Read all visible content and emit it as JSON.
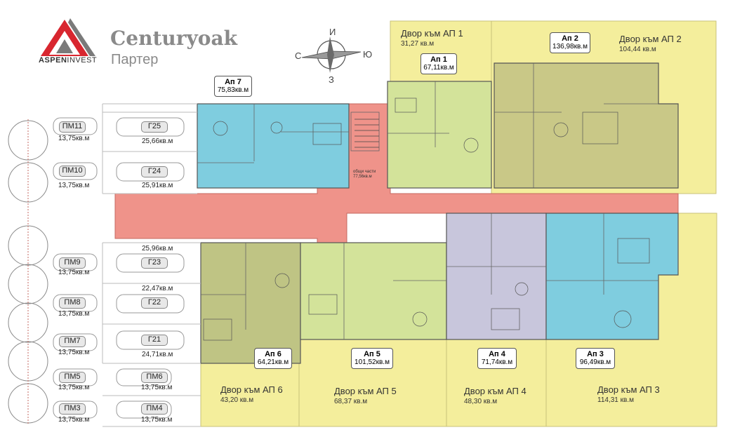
{
  "brand": {
    "logo_text_bold": "ASPEN",
    "logo_text_light": "INVEST",
    "title": "Centuryoak",
    "subtitle": "Партер"
  },
  "compass": {
    "north": "И",
    "south": "З",
    "west": "С",
    "east": "Ю"
  },
  "colors": {
    "yard": "#f4ee9c",
    "common": "#ef938a",
    "ap7": "#7fcddf",
    "ap1": "#d3e39a",
    "ap2": "#c9c887",
    "ap5": "#d3e39a",
    "ap6": "#bfc484",
    "ap4": "#c8c6dc",
    "ap3": "#7fcddf"
  },
  "apartments": [
    {
      "id": "ap7",
      "name": "Ап 7",
      "area": "75,83кв.м"
    },
    {
      "id": "ap1",
      "name": "Ап 1",
      "area": "67,11кв.м"
    },
    {
      "id": "ap2",
      "name": "Ап 2",
      "area": "136,98кв.м"
    },
    {
      "id": "ap6",
      "name": "Ап 6",
      "area": "64,21кв.м"
    },
    {
      "id": "ap5",
      "name": "Ап 5",
      "area": "101,52кв.м"
    },
    {
      "id": "ap4",
      "name": "Ап 4",
      "area": "71,74кв.м"
    },
    {
      "id": "ap3",
      "name": "Ап 3",
      "area": "96,49кв.м"
    }
  ],
  "yards": [
    {
      "id": "yard1",
      "label": "Двор към АП 1",
      "area": "31,27 кв.м"
    },
    {
      "id": "yard2",
      "label": "Двор към АП 2",
      "area": "104,44 кв.м"
    },
    {
      "id": "yard6",
      "label": "Двор към АП 6",
      "area": "43,20 кв.м"
    },
    {
      "id": "yard5",
      "label": "Двор към АП 5",
      "area": "68,37 кв.м"
    },
    {
      "id": "yard4",
      "label": "Двор към АП 4",
      "area": "48,30 кв.м"
    },
    {
      "id": "yard3",
      "label": "Двор към АП 3",
      "area": "114,31 кв.м"
    }
  ],
  "common_area": {
    "label_line1": "общи части",
    "label_line2": "77,56кв.м"
  },
  "garages": [
    {
      "id": "g25",
      "name": "Г25",
      "area": "25,66кв.м"
    },
    {
      "id": "g24",
      "name": "Г24",
      "area": "25,91кв.м"
    },
    {
      "id": "g23",
      "name": "Г23",
      "area": "25,96кв.м"
    },
    {
      "id": "g22",
      "name": "Г22",
      "area": "22,47кв.м"
    },
    {
      "id": "g21",
      "name": "Г21",
      "area": "24,71кв.м"
    }
  ],
  "parking_spots": [
    {
      "id": "pm11",
      "name": "ПМ11",
      "area": "13,75кв.м"
    },
    {
      "id": "pm10",
      "name": "ПМ10",
      "area": "13,75кв.м"
    },
    {
      "id": "pm9",
      "name": "ПМ9",
      "area": "13,75кв.м"
    },
    {
      "id": "pm8",
      "name": "ПМ8",
      "area": "13,75кв.м"
    },
    {
      "id": "pm7",
      "name": "ПМ7",
      "area": "13,75кв.м"
    },
    {
      "id": "pm5",
      "name": "ПМ5",
      "area": "13,75кв.м"
    },
    {
      "id": "pm6",
      "name": "ПМ6",
      "area": "13,75кв.м"
    },
    {
      "id": "pm3",
      "name": "ПМ3",
      "area": "13,75кв.м"
    },
    {
      "id": "pm4",
      "name": "ПМ4",
      "area": "13,75кв.м"
    }
  ]
}
